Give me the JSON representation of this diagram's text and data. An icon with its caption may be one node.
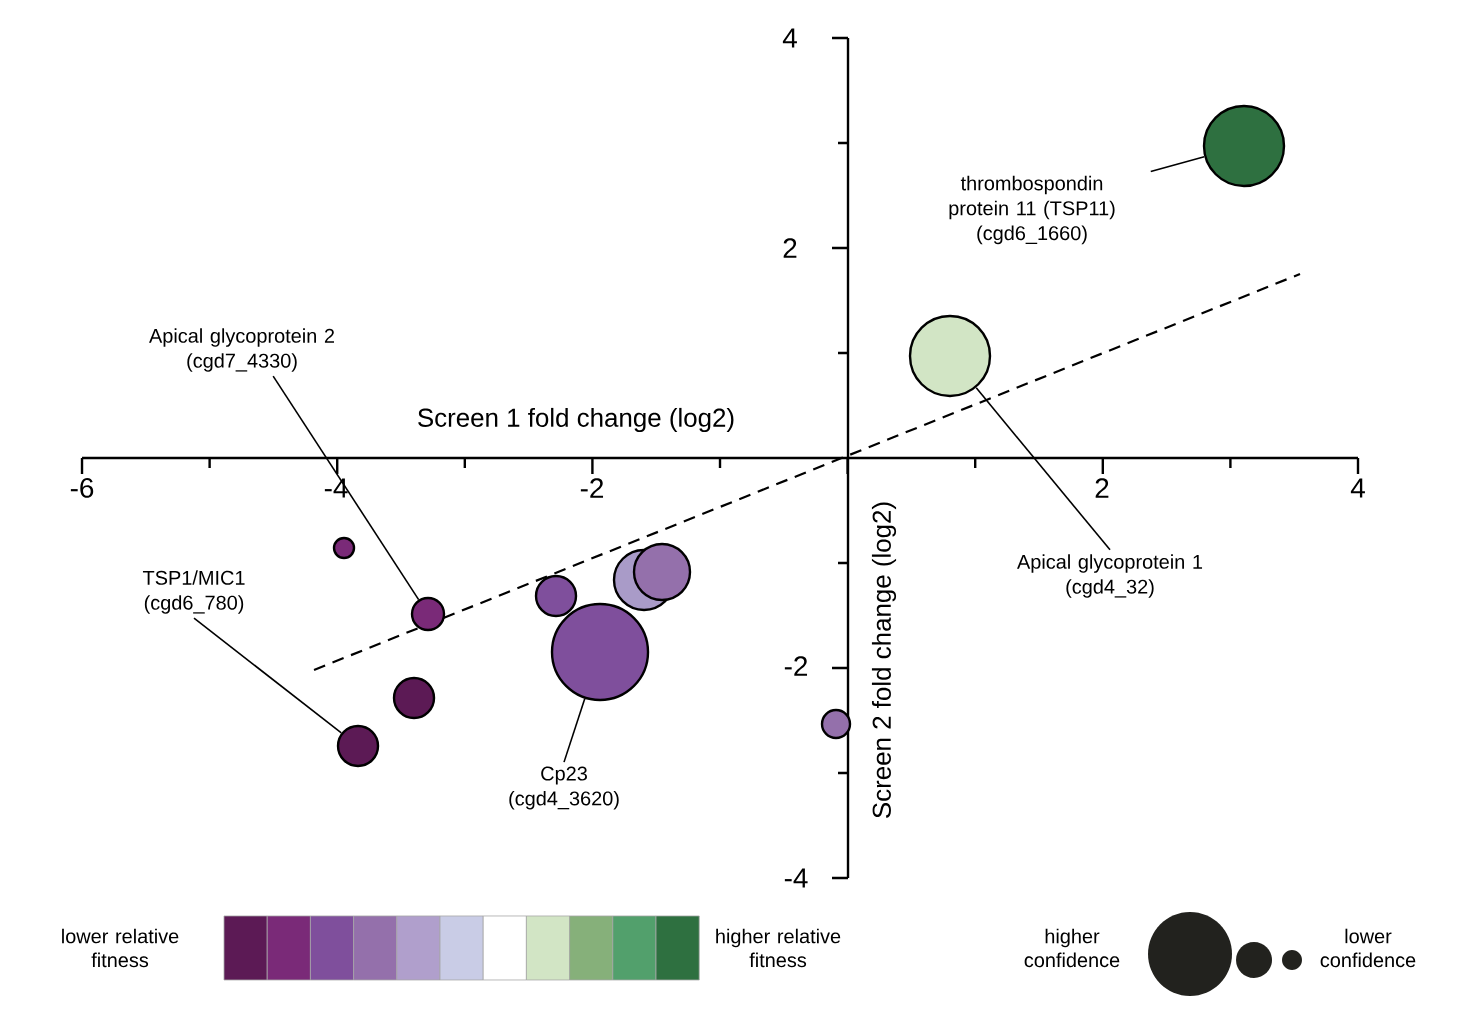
{
  "diagram": {
    "nodes": [
      {
        "text": [],
        "shape": "circle"
      },
      {
        "text": [],
        "shape": "circle"
      },
      {
        "text": [],
        "shape": "circle"
      },
      {
        "text": [],
        "shape": "circle"
      },
      {
        "text": [],
        "shape": "circle"
      },
      {
        "text": [],
        "shape": "circle"
      },
      {
        "text": [],
        "shape": "circle"
      },
      {
        "text": [],
        "shape": "circle"
      },
      {
        "text": [],
        "shape": "circle"
      },
      {
        "text": [],
        "shape": "circle"
      },
      {
        "text": [],
        "shape": "circle"
      },
      {
        "text": [
          "thrombospondin protein 11 (TSP11)",
          "(cgd6_1660)"
        ]
      },
      {
        "text": [
          "Apical glycoprotein 2",
          "(cgd7_4330)"
        ]
      },
      {
        "text": [
          "Apical glycoprotein 1",
          "(cgd4_32)"
        ]
      },
      {
        "text": [
          "TSP1/MIC1",
          "(cgd6_780)"
        ]
      },
      {
        "text": [
          "Cp23",
          "(cgd4_3620)"
        ]
      }
    ],
    "edges": [
      {
        "from": 11,
        "to": 0,
        "arrow": "none"
      },
      {
        "from": 12,
        "to": 6,
        "arrow": "none"
      },
      {
        "from": 13,
        "to": 1,
        "arrow": "none"
      },
      {
        "from": 14,
        "to": 10,
        "arrow": "none"
      },
      {
        "from": 15,
        "to": 7,
        "arrow": "none"
      }
    ],
    "labels": [
      "4",
      "2",
      "Screen 1 fold change (log2)",
      "-6",
      "-4",
      "-2",
      "2",
      "4",
      "-2",
      "-4",
      "Screen 2 fold change (log2)",
      "lower relative fitness",
      "higher relative fitness",
      "higher confidence",
      "lower confidence"
    ]
  }
}
